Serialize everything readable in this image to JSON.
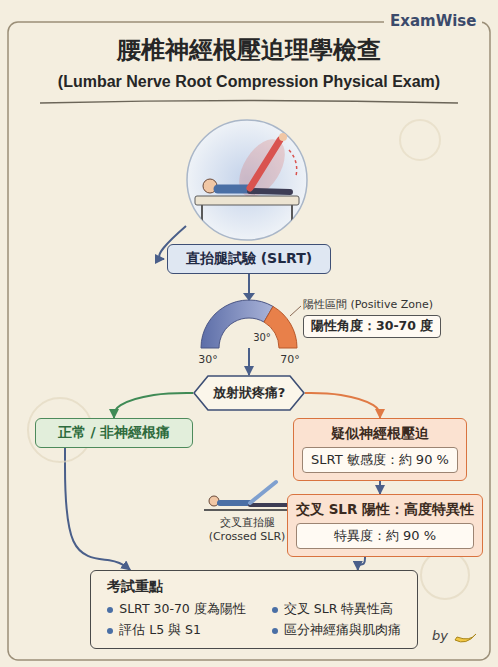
{
  "diagram": {
    "title": "腰椎神經根壓迫理學檢查",
    "nodes": [
      {
        "text": [
          "直抬腿試驗 (SLRT)"
        ]
      },
      {
        "text": [
          "陽性區間 (Positive Zone)",
          "陽性角度：30-70 度"
        ]
      },
      {
        "text": [
          "放射狀疼痛?"
        ]
      },
      {
        "text": [
          "正常 / 非神經根痛"
        ]
      },
      {
        "text": [
          "疑似神經根壓迫"
        ]
      },
      {
        "text": [
          "SLRT 敏感度：約 90 %"
        ],
        "in": 4
      },
      {
        "text": [
          "交叉 SLR 陽性：高度特異性"
        ]
      },
      {
        "text": [
          "特異度：約 90 %"
        ],
        "in": 6
      },
      {
        "text": [
          "考試重點",
          "SLRT 30-70 度為陽性",
          "交叉 SLR 特異性高",
          "評估 L5 與 S1",
          "區分神經痛與肌肉痛"
        ]
      }
    ],
    "edges": [
      {
        "from": 0,
        "to": 2,
        "arrow": "to"
      },
      {
        "from": 2,
        "to": 3,
        "arrow": "to"
      },
      {
        "from": 2,
        "to": 4,
        "arrow": "to"
      },
      {
        "from": 4,
        "to": 6,
        "arrow": "to"
      },
      {
        "from": 3,
        "to": 8,
        "arrow": "to"
      },
      {
        "from": 6,
        "to": 8,
        "arrow": "to"
      }
    ],
    "labels": [
      "ExamWise",
      "(Lumbar Nerve Root Compression Physical Exam)",
      "30°",
      "30°",
      "70°",
      "交叉直抬腿 (Crossed SLR)",
      "by"
    ]
  }
}
